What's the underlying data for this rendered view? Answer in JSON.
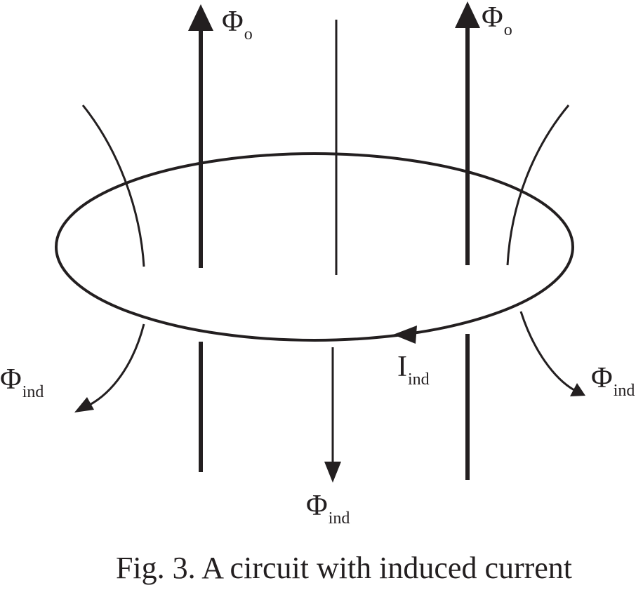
{
  "figure": {
    "caption": "Fig. 3. A circuit with induced current",
    "labels": {
      "phi_o_left": {
        "symbol": "Φ",
        "sub": "o"
      },
      "phi_o_right": {
        "symbol": "Φ",
        "sub": "o"
      },
      "phi_ind_left": {
        "symbol": "Φ",
        "sub": "ind"
      },
      "phi_ind_right": {
        "symbol": "Φ",
        "sub": "ind"
      },
      "phi_ind_bottom": {
        "symbol": "Φ",
        "sub": "ind"
      },
      "i_ind": {
        "symbol": "I",
        "sub": "ind"
      }
    },
    "colors": {
      "ink": "#231f20",
      "background": "#ffffff"
    }
  }
}
